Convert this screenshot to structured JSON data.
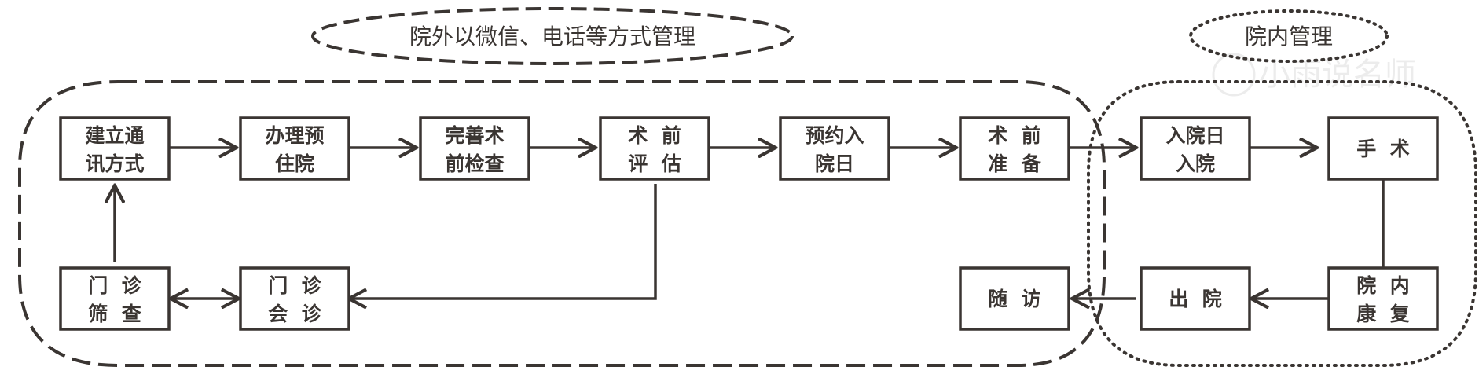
{
  "regions": {
    "outside": "院外以微信、电话等方式管理",
    "inside": "院内管理"
  },
  "watermark": "小雨说名师",
  "nodes": {
    "contact": [
      "建立通",
      "讯方式"
    ],
    "pre_admission": [
      "办理预",
      "住院"
    ],
    "preop_exam": [
      "完善术",
      "前检查"
    ],
    "preop_eval": [
      "术  前",
      "评  估"
    ],
    "schedule_admission": [
      "预约入",
      "院日"
    ],
    "preop_prep": [
      "术  前",
      "准  备"
    ],
    "admission": [
      "入院日",
      "入院"
    ],
    "surgery": [
      "手  术"
    ],
    "rehab": [
      "院  内",
      "康  复"
    ],
    "discharge": [
      "出  院"
    ],
    "followup": [
      "随  访"
    ],
    "clinic_screening": [
      "门  诊",
      "筛  查"
    ],
    "clinic_consult": [
      "门  诊",
      "会  诊"
    ]
  },
  "colors": {
    "stroke": "#3a3532",
    "text": "#3a3532",
    "watermark": "#ececec"
  }
}
